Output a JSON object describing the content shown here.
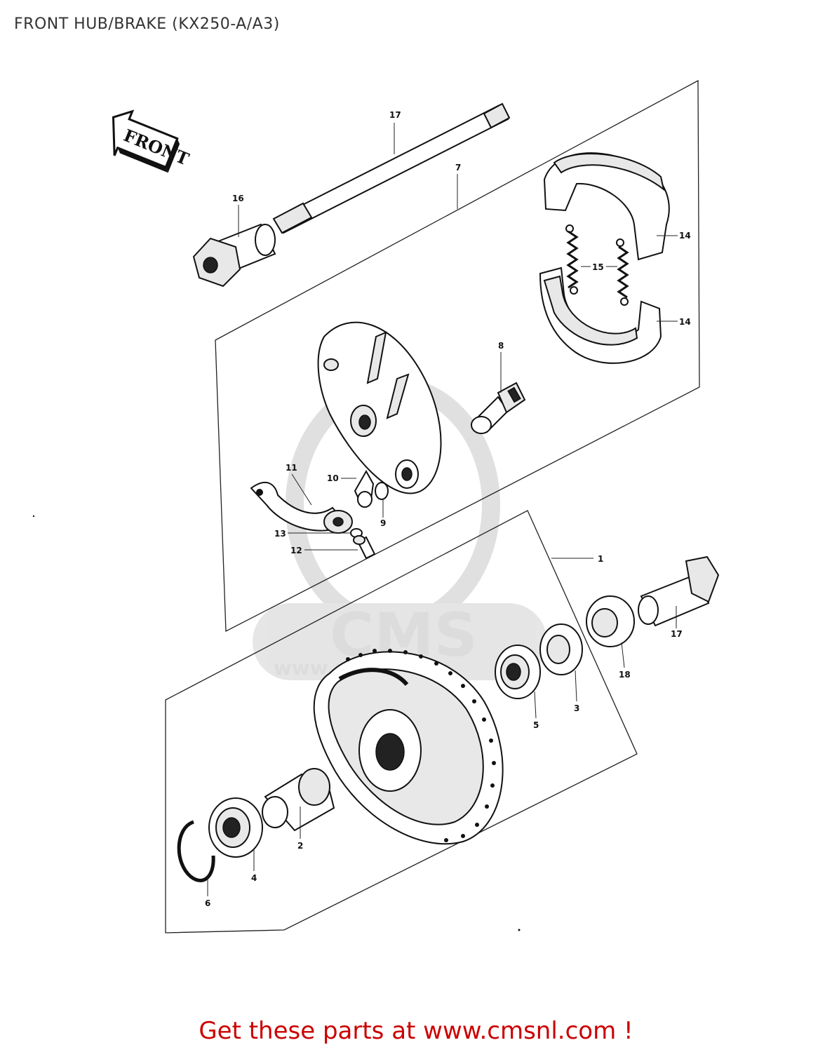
{
  "header": {
    "title": "FRONT HUB/BRAKE (KX250-A/A3)"
  },
  "diagram": {
    "direction_arrow": "FRONT",
    "watermark": {
      "brand": "CMS",
      "site": "www.cmsnl.com"
    },
    "callouts": [
      {
        "id": "c1",
        "label": "1"
      },
      {
        "id": "c2",
        "label": "2"
      },
      {
        "id": "c3",
        "label": "3"
      },
      {
        "id": "c4",
        "label": "4"
      },
      {
        "id": "c5",
        "label": "5"
      },
      {
        "id": "c6",
        "label": "6"
      },
      {
        "id": "c7",
        "label": "7"
      },
      {
        "id": "c8",
        "label": "8"
      },
      {
        "id": "c9",
        "label": "9"
      },
      {
        "id": "c10",
        "label": "10"
      },
      {
        "id": "c11",
        "label": "11"
      },
      {
        "id": "c12",
        "label": "12"
      },
      {
        "id": "c13",
        "label": "13"
      },
      {
        "id": "c14a",
        "label": "14"
      },
      {
        "id": "c14b",
        "label": "14"
      },
      {
        "id": "c15",
        "label": "15"
      },
      {
        "id": "c16",
        "label": "16"
      },
      {
        "id": "c17a",
        "label": "17"
      },
      {
        "id": "c17b",
        "label": "17"
      },
      {
        "id": "c18",
        "label": "18"
      }
    ]
  },
  "footer": {
    "link_text": "Get these parts at www.cmsnl.com !"
  }
}
